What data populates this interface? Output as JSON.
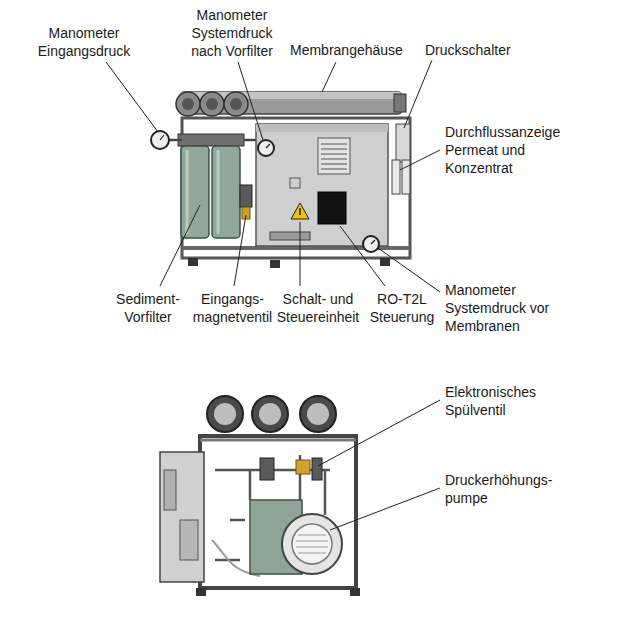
{
  "diagram": {
    "labels": [
      "Manometer Eingangsdruck",
      "Manometer Systemdruck nach Vorfilter",
      "Membrangehäuse",
      "Druckschalter",
      "Durchflussanzeige Permeat und Konzentrat",
      "Sediment- Vorfilter",
      "Eingangs- magnetventil",
      "Schalt- und Steuereinheit",
      "RO-T2L Steuerung",
      "Manometer Systemdruck vor Membranen",
      "Elektronisches Spülventil",
      "Druckerhöhungs- pumpe"
    ]
  }
}
